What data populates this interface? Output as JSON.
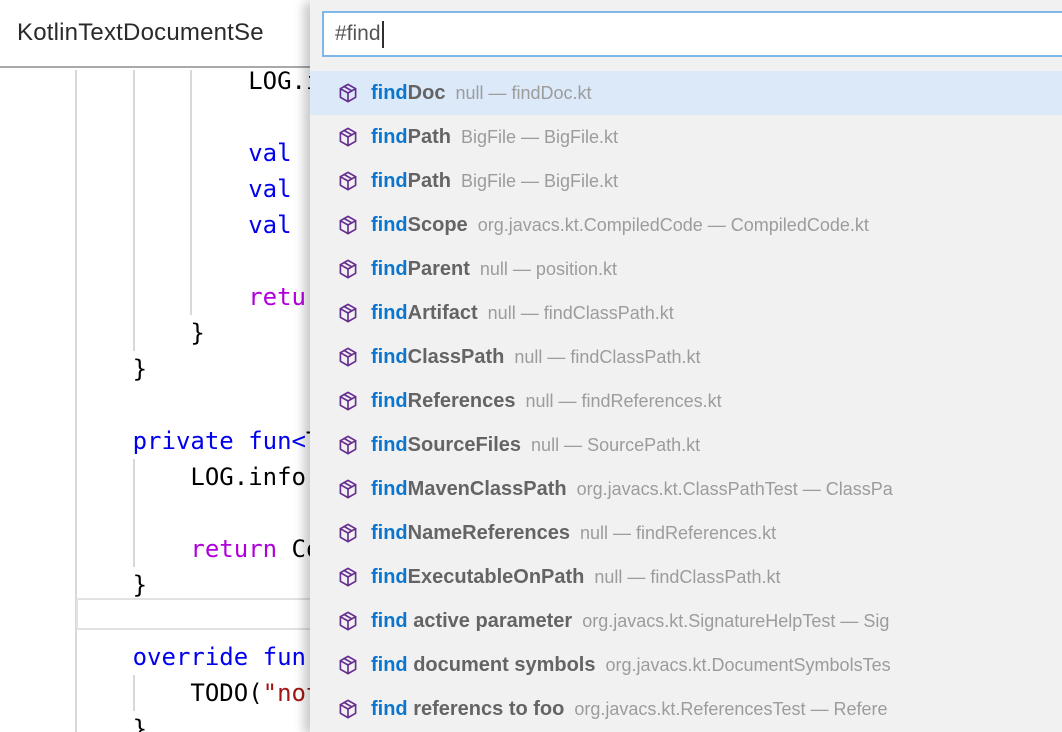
{
  "editor": {
    "tab_title": "KotlinTextDocumentSe",
    "code_lines": [
      {
        "indent": 16,
        "segments": [
          {
            "text": "LOG.i",
            "color": "plain"
          }
        ]
      },
      {
        "indent": 0,
        "segments": []
      },
      {
        "indent": 16,
        "segments": [
          {
            "text": "val",
            "color": "kw"
          }
        ]
      },
      {
        "indent": 16,
        "segments": [
          {
            "text": "val",
            "color": "kw"
          },
          {
            "text": " (",
            "color": "plain"
          }
        ]
      },
      {
        "indent": 16,
        "segments": [
          {
            "text": "val",
            "color": "kw"
          }
        ]
      },
      {
        "indent": 0,
        "segments": []
      },
      {
        "indent": 16,
        "segments": [
          {
            "text": "return",
            "color": "ctrl"
          }
        ]
      },
      {
        "indent": 12,
        "segments": [
          {
            "text": "}",
            "color": "plain"
          }
        ]
      },
      {
        "indent": 8,
        "segments": [
          {
            "text": "}",
            "color": "plain"
          }
        ]
      },
      {
        "indent": 0,
        "segments": []
      },
      {
        "indent": 8,
        "segments": [
          {
            "text": "private fun<",
            "color": "kw"
          },
          {
            "text": "T",
            "color": "plain"
          }
        ]
      },
      {
        "indent": 12,
        "segments": [
          {
            "text": "LOG.info",
            "color": "plain"
          }
        ]
      },
      {
        "indent": 0,
        "segments": []
      },
      {
        "indent": 12,
        "segments": [
          {
            "text": "return",
            "color": "ctrl"
          },
          {
            "text": " Co",
            "color": "plain"
          }
        ]
      },
      {
        "indent": 8,
        "segments": [
          {
            "text": "}",
            "color": "plain"
          }
        ]
      },
      {
        "indent": 0,
        "segments": []
      },
      {
        "indent": 8,
        "segments": [
          {
            "text": "override fun",
            "color": "kw"
          }
        ]
      },
      {
        "indent": 12,
        "segments": [
          {
            "text": "TODO(",
            "color": "plain"
          },
          {
            "text": "\"not",
            "color": "str"
          }
        ]
      },
      {
        "indent": 8,
        "segments": [
          {
            "text": "}",
            "color": "plain"
          }
        ]
      }
    ]
  },
  "quick_open": {
    "query": "#find",
    "icon": "symbol-method-icon",
    "results": [
      {
        "match": "find",
        "rest": "Doc",
        "description": "null — findDoc.kt",
        "selected": true
      },
      {
        "match": "find",
        "rest": "Path",
        "description": "BigFile — BigFile.kt",
        "selected": false
      },
      {
        "match": "find",
        "rest": "Path",
        "description": "BigFile — BigFile.kt",
        "selected": false
      },
      {
        "match": "find",
        "rest": "Scope",
        "description": "org.javacs.kt.CompiledCode — CompiledCode.kt",
        "selected": false
      },
      {
        "match": "find",
        "rest": "Parent",
        "description": "null — position.kt",
        "selected": false
      },
      {
        "match": "find",
        "rest": "Artifact",
        "description": "null — findClassPath.kt",
        "selected": false
      },
      {
        "match": "find",
        "rest": "ClassPath",
        "description": "null — findClassPath.kt",
        "selected": false
      },
      {
        "match": "find",
        "rest": "References",
        "description": "null — findReferences.kt",
        "selected": false
      },
      {
        "match": "find",
        "rest": "SourceFiles",
        "description": "null — SourcePath.kt",
        "selected": false
      },
      {
        "match": "find",
        "rest": "MavenClassPath",
        "description": "org.javacs.kt.ClassPathTest — ClassPa",
        "selected": false
      },
      {
        "match": "find",
        "rest": "NameReferences",
        "description": "null — findReferences.kt",
        "selected": false
      },
      {
        "match": "find",
        "rest": "ExecutableOnPath",
        "description": "null — findClassPath.kt",
        "selected": false
      },
      {
        "match": "find",
        "rest": " active parameter",
        "description": "org.javacs.kt.SignatureHelpTest — Sig",
        "selected": false
      },
      {
        "match": "find",
        "rest": " document symbols",
        "description": "org.javacs.kt.DocumentSymbolsTes",
        "selected": false
      },
      {
        "match": "find",
        "rest": " referencs to foo",
        "description": "org.javacs.kt.ReferencesTest — Refere",
        "selected": false
      }
    ]
  },
  "colors": {
    "match_highlight": "#0b76cf",
    "selected_row_bg": "#dbe9f8",
    "panel_bg": "#f1f1f2",
    "input_border": "#7db8e8",
    "icon_purple": "#652d90",
    "keyword_blue": "#0101f0",
    "control_purple": "#af00db",
    "string_red": "#a31515"
  }
}
